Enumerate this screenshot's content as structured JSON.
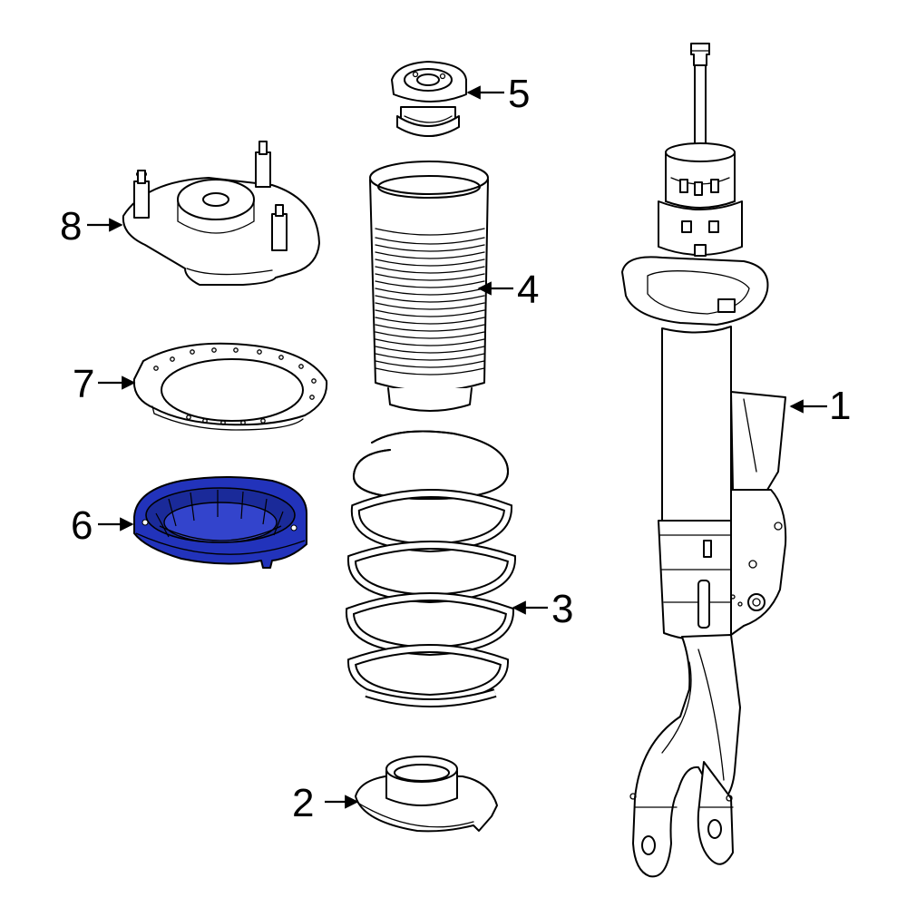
{
  "callouts": [
    {
      "id": "1",
      "label": "1"
    },
    {
      "id": "2",
      "label": "2"
    },
    {
      "id": "3",
      "label": "3"
    },
    {
      "id": "4",
      "label": "4"
    },
    {
      "id": "5",
      "label": "5"
    },
    {
      "id": "6",
      "label": "6"
    },
    {
      "id": "7",
      "label": "7"
    },
    {
      "id": "8",
      "label": "8"
    }
  ],
  "colors": {
    "line": "#000000",
    "background": "#ffffff",
    "highlight": "#2233bb"
  },
  "highlighted_part": "6"
}
